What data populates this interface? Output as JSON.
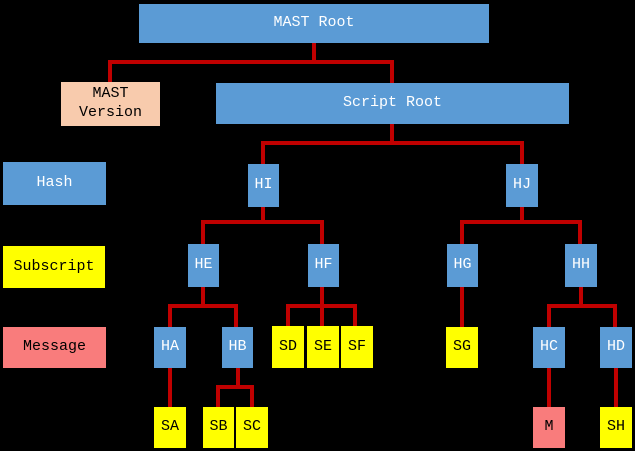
{
  "colors": {
    "background": "#000000",
    "node-blue": "#5B9BD5",
    "node-yellow": "#FFFF00",
    "node-salmon": "#F97C7C",
    "node-peach": "#F8CBAD",
    "connector": "#C00000",
    "text-light": "#FFFFFF",
    "text-dark": "#000000"
  },
  "legend": {
    "hash": "Hash",
    "subscript": "Subscript",
    "message": "Message"
  },
  "nodes": {
    "mast_root": "MAST Root",
    "mast_version": "MAST Version",
    "script_root": "Script Root",
    "hi": "HI",
    "hj": "HJ",
    "he": "HE",
    "hf": "HF",
    "hg": "HG",
    "hh": "HH",
    "ha": "HA",
    "hb": "HB",
    "hc": "HC",
    "hd": "HD",
    "sa": "SA",
    "sb": "SB",
    "sc": "SC",
    "sd": "SD",
    "se": "SE",
    "sf": "SF",
    "sg": "SG",
    "sh": "SH",
    "m": "M"
  },
  "edges": [
    {
      "from": "MAST Root",
      "to": [
        "MAST Version",
        "Script Root"
      ]
    },
    {
      "from": "Script Root",
      "to": [
        "HI",
        "HJ"
      ]
    },
    {
      "from": "HI",
      "to": [
        "HE",
        "HF"
      ]
    },
    {
      "from": "HJ",
      "to": [
        "HG",
        "HH"
      ]
    },
    {
      "from": "HE",
      "to": [
        "HA",
        "HB"
      ]
    },
    {
      "from": "HF",
      "to": [
        "SD",
        "SE",
        "SF"
      ]
    },
    {
      "from": "HG",
      "to": [
        "SG"
      ]
    },
    {
      "from": "HH",
      "to": [
        "HC",
        "HD"
      ]
    },
    {
      "from": "HA",
      "to": [
        "SA"
      ]
    },
    {
      "from": "HB",
      "to": [
        "SB",
        "SC"
      ]
    },
    {
      "from": "HC",
      "to": [
        "M"
      ]
    },
    {
      "from": "HD",
      "to": [
        "SH"
      ]
    }
  ]
}
